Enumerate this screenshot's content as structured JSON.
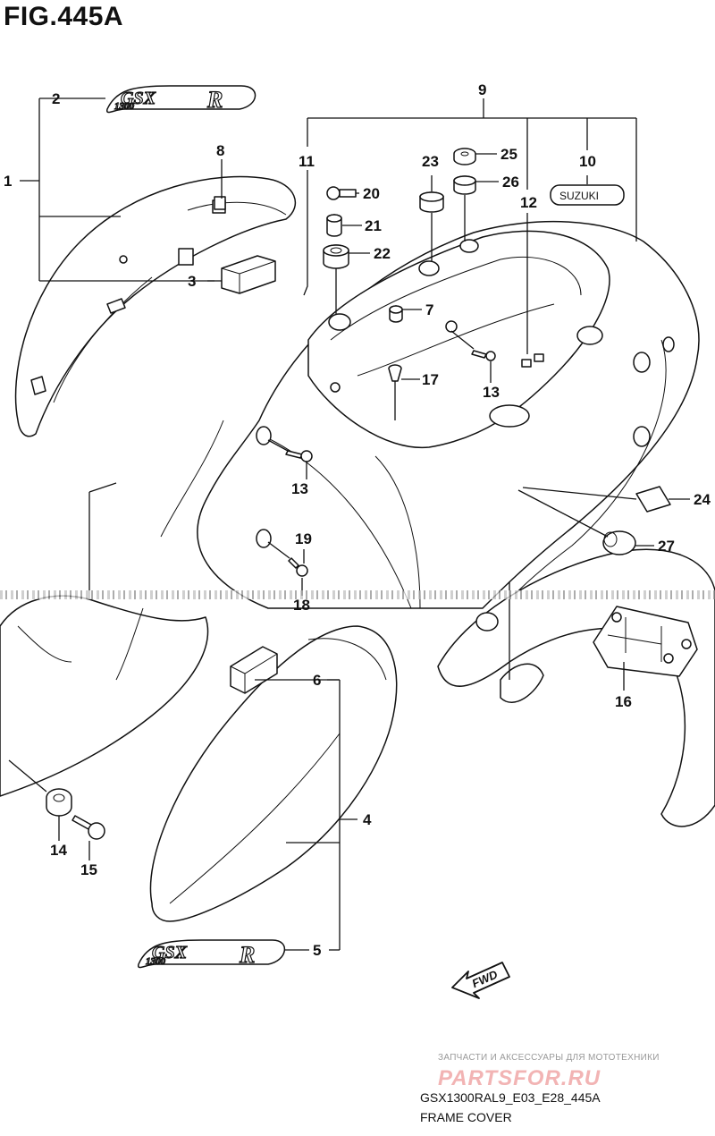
{
  "figure": {
    "title": "FIG.445A"
  },
  "callouts": {
    "c1": "1",
    "c2": "2",
    "c3": "3",
    "c4": "4",
    "c5": "5",
    "c6": "6",
    "c7": "7",
    "c8": "8",
    "c9": "9",
    "c10": "10",
    "c11": "11",
    "c12": "12",
    "c13a": "13",
    "c13b": "13",
    "c14": "14",
    "c15": "15",
    "c16": "16",
    "c17": "17",
    "c18": "18",
    "c19": "19",
    "c20": "20",
    "c21": "21",
    "c22": "22",
    "c23": "23",
    "c24": "24",
    "c25": "25",
    "c26": "26",
    "c27": "27"
  },
  "emblems": {
    "gsx_top": "GSX",
    "r_top": "R",
    "num_top": "1300",
    "gsx_bottom": "GSX",
    "r_bottom": "R",
    "num_bottom": "1300",
    "suzuki": "SUZUKI"
  },
  "direction": {
    "fwd": "FWD"
  },
  "watermark": {
    "caption": "ЗАПЧАСТИ И АКСЕССУАРЫ ДЛЯ МОТОТЕХНИКИ",
    "brand": "PARTSFOR.RU"
  },
  "footer": {
    "model_code": "GSX1300RAL9_E03_E28_445A",
    "section": "FRAME COVER"
  }
}
